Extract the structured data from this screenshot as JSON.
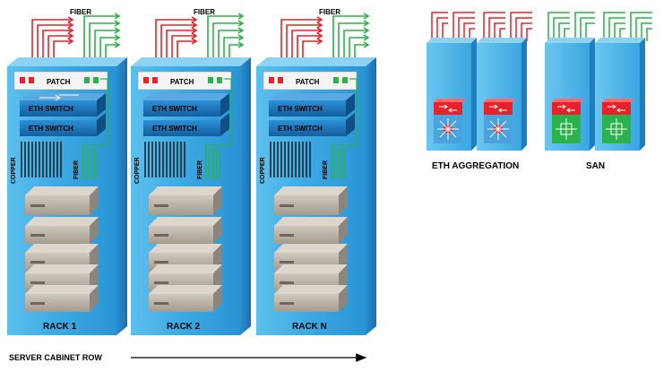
{
  "racks": [
    {
      "name": "RACK 1",
      "patch_label": "PATCH",
      "switches": [
        "ETH SWITCH",
        "ETH SWITCH"
      ],
      "copper_label": "COPPER",
      "fiber_side_label": "FIBER",
      "fiber_top_label": "FIBER"
    },
    {
      "name": "RACK 2",
      "patch_label": "PATCH",
      "switches": [
        "ETH SWITCH",
        "ETH SWITCH"
      ],
      "copper_label": "COPPER",
      "fiber_side_label": "FIBER",
      "fiber_top_label": "FIBER"
    },
    {
      "name": "RACK N",
      "patch_label": "PATCH",
      "switches": [
        "ETH SWITCH",
        "ETH SWITCH"
      ],
      "copper_label": "COPPER",
      "fiber_side_label": "FIBER",
      "fiber_top_label": "FIBER"
    }
  ],
  "row_label": "SERVER CABINET ROW",
  "eth_aggregation": {
    "label": "ETH AGGREGATION",
    "device_icon": "multilayer-switch-icon"
  },
  "san": {
    "label": "SAN",
    "device_icon": "fabric-switch-icon"
  },
  "colors": {
    "cabinet_front": "#39a8e0",
    "cabinet_side": "#1e7fc0",
    "cabinet_top": "#7ccaf0",
    "switch": "#1a78c2",
    "server": "#bcb3a8",
    "fiber_red": "#e8222a",
    "fiber_green": "#2bb24c",
    "copper": "#111111"
  }
}
